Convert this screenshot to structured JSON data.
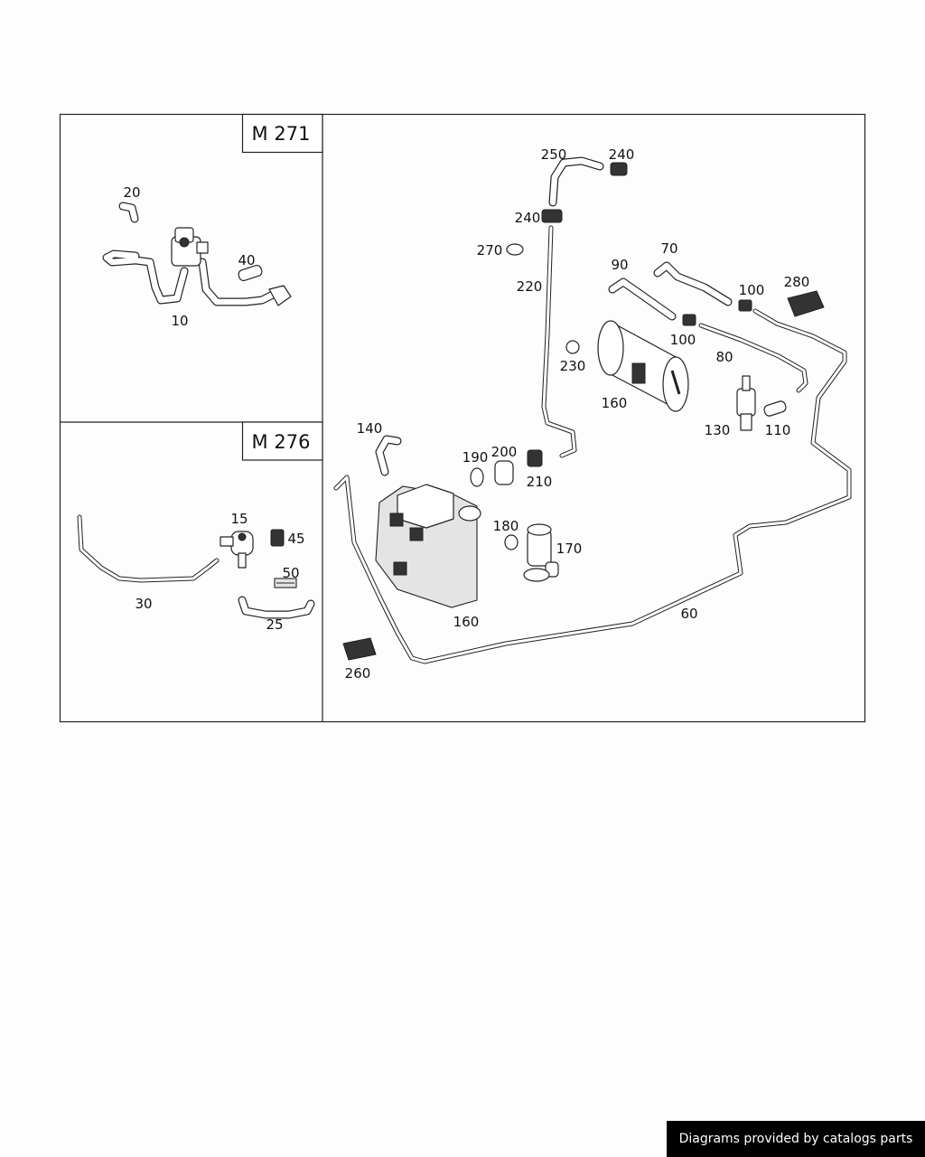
{
  "diagram": {
    "engine_labels": {
      "m271": "M 271",
      "m276": "M 276"
    },
    "part_labels": {
      "p10": "10",
      "p15": "15",
      "p20": "20",
      "p25": "25",
      "p30": "30",
      "p40": "40",
      "p45": "45",
      "p50": "50",
      "p60": "60",
      "p70": "70",
      "p80": "80",
      "p90": "90",
      "p100a": "100",
      "p100b": "100",
      "p110": "110",
      "p130": "130",
      "p140": "140",
      "p160a": "160",
      "p160b": "160",
      "p170": "170",
      "p180": "180",
      "p190": "190",
      "p200": "200",
      "p210": "210",
      "p220": "220",
      "p230": "230",
      "p240a": "240",
      "p240b": "240",
      "p250": "250",
      "p260": "260",
      "p270": "270",
      "p280": "280"
    }
  },
  "footer": {
    "credit": "Diagrams provided by catalogs parts"
  }
}
